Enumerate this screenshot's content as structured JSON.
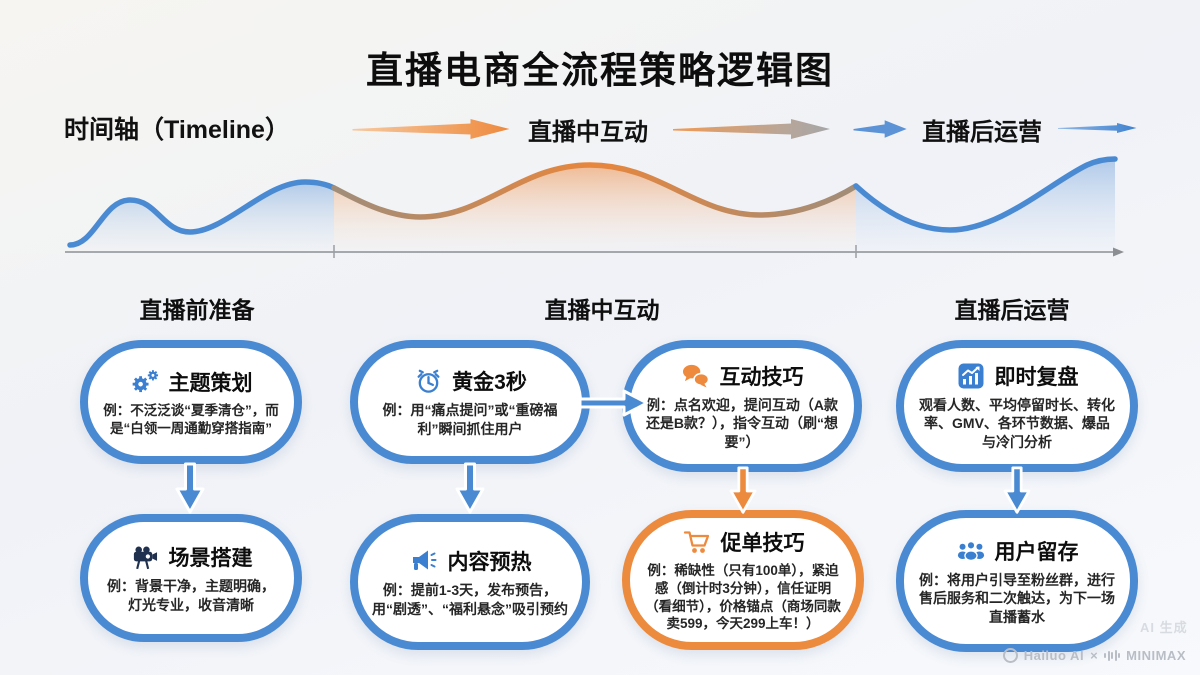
{
  "title": "直播电商全流程策略逻辑图",
  "timeline": {
    "axis_label": "时间轴（Timeline）",
    "live_label": "直播中互动",
    "post_label": "直播后运营"
  },
  "columns": [
    "直播前准备",
    "直播中互动",
    "直播后运营"
  ],
  "nodes": [
    {
      "icon": "gears-icon",
      "title": "主题策划",
      "body": "例：不泛泛谈“夏季清仓”，而是“白领一周通勤穿搭指南”",
      "accent": "blue"
    },
    {
      "icon": "camera-icon",
      "title": "场景搭建",
      "body": "例：背景干净，主题明确，灯光专业，收音清晰",
      "accent": "blue"
    },
    {
      "icon": "clock-icon",
      "title": "黄金3秒",
      "body": "例：用“痛点提问”或“重磅福利”瞬间抓住用户",
      "accent": "blue"
    },
    {
      "icon": "megaphone-icon",
      "title": "内容预热",
      "body": "例：提前1-3天，发布预告，用“剧透”、“福利悬念”吸引预约",
      "accent": "blue"
    },
    {
      "icon": "chat-icon",
      "title": "互动技巧",
      "body": "例：点名欢迎，提问互动（A款还是B款？），指令互动（刷“想要”）",
      "accent": "blue"
    },
    {
      "icon": "cart-icon",
      "title": "促单技巧",
      "body": "例：稀缺性（只有100单），紧迫感（倒计时3分钟），信任证明（看细节），价格锚点（商场同款卖599，今天299上车！）",
      "accent": "orange"
    },
    {
      "icon": "chart-icon",
      "title": "即时复盘",
      "body": "观看人数、平均停留时长、转化率、GMV、各环节数据、爆品与冷门分析",
      "accent": "blue"
    },
    {
      "icon": "users-icon",
      "title": "用户留存",
      "body": "例：将用户引导至粉丝群，进行售后服务和二次触达，为下一场直播蓄水",
      "accent": "blue"
    }
  ],
  "colors": {
    "blue": "#4a8ad3",
    "orange": "#ec8a3e",
    "axis_gray": "#8b8f94",
    "text": "#141414"
  },
  "watermark": {
    "generated": "AI 生成",
    "brand_left": "Hailuo AI",
    "separator": "×",
    "brand_right": "MINIMAX"
  }
}
